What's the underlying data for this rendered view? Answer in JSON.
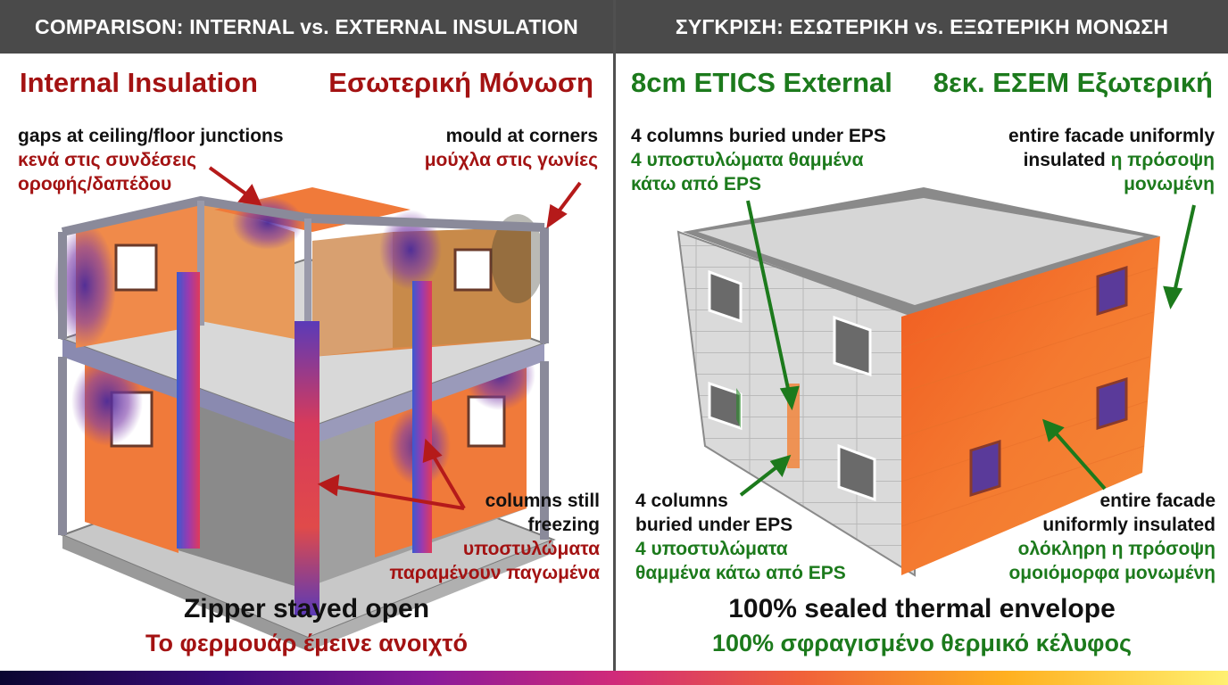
{
  "header": {
    "left": "COMPARISON: INTERNAL vs. EXTERNAL INSULATION",
    "right": "ΣΥΓΚΡΙΣΗ: ΕΣΩΤΕΡΙΚΗ vs. ΕΞΩΤΕΡΙΚΗ ΜΟΝΩΣΗ"
  },
  "left_panel": {
    "title_en": "Internal Insulation",
    "title_el": "Εσωτερική Μόνωση",
    "label_gaps_en": "gaps at ceiling/floor junctions",
    "label_gaps_el_1": "κενά στις συνδέσεις",
    "label_gaps_el_2": "οροφής/δαπέδου",
    "label_mould_en": "mould at corners",
    "label_mould_el": "μούχλα στις γωνίες",
    "label_cols_en_1": "columns still",
    "label_cols_en_2": "freezing",
    "label_cols_el_1": "υποστυλώματα",
    "label_cols_el_2": "παραμένουν παγωμένα",
    "conclusion_en": "Zipper stayed open",
    "conclusion_el": "Το φερμουάρ έμεινε ανοιχτό"
  },
  "right_panel": {
    "title_en": "8cm ETICS External",
    "title_el": "8εκ. ΕΣΕΜ Εξωτερική",
    "label_cols_top_en": "4 columns buried under EPS",
    "label_cols_top_el_1": "4 υποστυλώματα θαμμένα",
    "label_cols_top_el_2": "κάτω από EPS",
    "label_facade_top_en_1": "entire facade uniformly",
    "label_facade_top_en_2": "insulated",
    "label_facade_top_el_1": "η πρόσοψη",
    "label_facade_top_el_2": "μονωμένη",
    "label_cols_bot_en_1": "4 columns",
    "label_cols_bot_en_2": "buried under EPS",
    "label_cols_bot_el_1": "4 υποστυλώματα",
    "label_cols_bot_el_2": "θαμμένα κάτω από EPS",
    "label_facade_bot_en_1": "entire facade",
    "label_facade_bot_en_2": "uniformly insulated",
    "label_facade_bot_el_1": "ολόκληρη η πρόσοψη",
    "label_facade_bot_el_2": "ομοιόμορφα μονωμένη",
    "conclusion_en": "100% sealed thermal envelope",
    "conclusion_el": "100% σφραγισμένο θερμικό κέλυφος"
  },
  "colors": {
    "red_text": "#a31212",
    "green_text": "#1c7a1c",
    "header_bg": "#4a4a4a",
    "thermal_warm": "#f26a2a",
    "thermal_cold": "#6a3ab0"
  }
}
